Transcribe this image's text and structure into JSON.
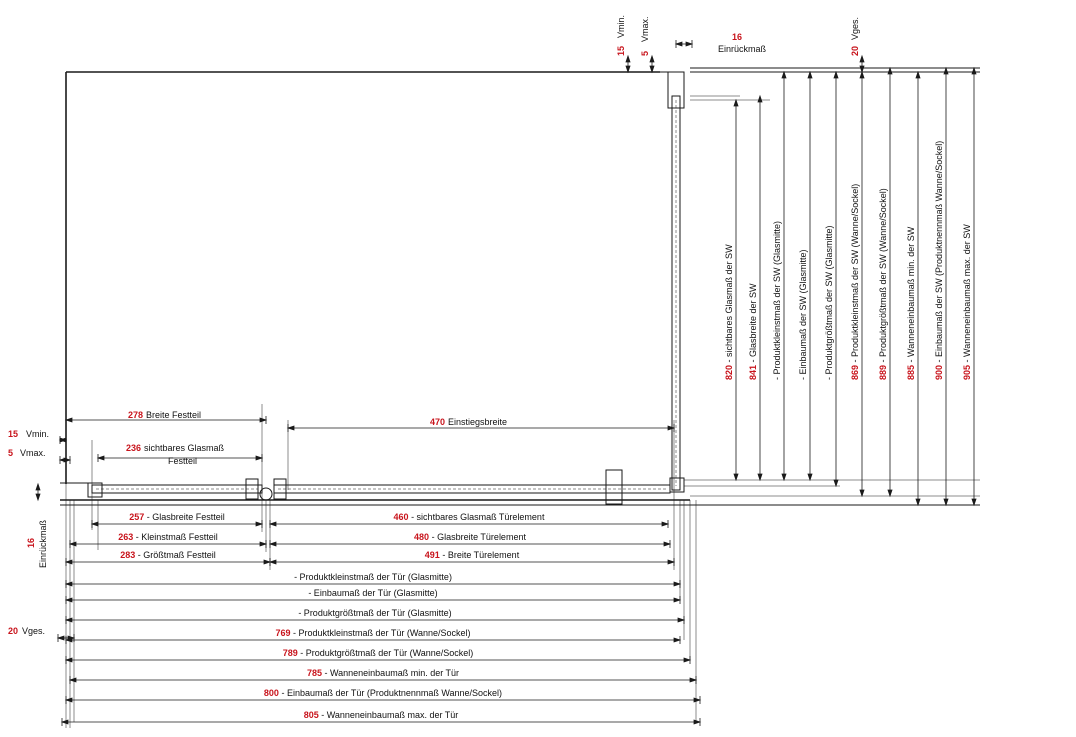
{
  "colors": {
    "line": "#1a1a1a",
    "value_text": "#c8141c",
    "label_text": "#111111",
    "background": "#ffffff"
  },
  "top_left": [
    {
      "value": "15",
      "label": "Vmin."
    },
    {
      "value": "5",
      "label": "Vmax."
    }
  ],
  "top_einrueck": {
    "value": "16",
    "label": "Einrückmaß"
  },
  "top_vges": {
    "value": "20",
    "label": "Vges."
  },
  "side_left": [
    {
      "value": "15",
      "label": "Vmin."
    },
    {
      "value": "5",
      "label": "Vmax."
    }
  ],
  "side_einrueck": {
    "value": "16",
    "label": "Einrückmaß"
  },
  "side_vges": {
    "value": "20",
    "label": "Vges."
  },
  "upper_horizontal": [
    {
      "value": "278",
      "label": "Breite Festteil"
    },
    {
      "value": "236",
      "label": "sichtbares Glasmaß",
      "label2": "Festteil"
    },
    {
      "value": "470",
      "label": "Einstiegsbreite"
    }
  ],
  "lower_horizontal": [
    {
      "value": "257",
      "label": "Glasbreite Festteil"
    },
    {
      "value": "263",
      "label": "Kleinstmaß Festteil"
    },
    {
      "value": "283",
      "label": "Größtmaß Festteil"
    },
    {
      "value": "460",
      "label": "sichtbares Glasmaß Türelement"
    },
    {
      "value": "480",
      "label": "Glasbreite Türelement"
    },
    {
      "value": "491",
      "label": "Breite Türelement"
    },
    {
      "value": "",
      "label": "Produktkleinstmaß der Tür (Glasmitte)"
    },
    {
      "value": "",
      "label": "Einbaumaß der Tür (Glasmitte)"
    },
    {
      "value": "",
      "label": "Produktgrößtmaß der Tür (Glasmitte)"
    },
    {
      "value": "769",
      "label": "Produktkleinstmaß der Tür (Wanne/Sockel)"
    },
    {
      "value": "789",
      "label": "Produktgrößtmaß der Tür (Wanne/Sockel)"
    },
    {
      "value": "785",
      "label": "Wanneneinbaumaß min. der Tür"
    },
    {
      "value": "800",
      "label": "Einbaumaß der Tür (Produktnennmaß Wanne/Sockel)"
    },
    {
      "value": "805",
      "label": "Wanneneinbaumaß max. der Tür"
    }
  ],
  "vertical": [
    {
      "value": "820",
      "label": "sichtbares Glasmaß der SW"
    },
    {
      "value": "841",
      "label": "Glasbreite der SW"
    },
    {
      "value": "",
      "label": "Produktkleinstmaß der SW (Glasmitte)"
    },
    {
      "value": "",
      "label": "Einbaumaß der SW (Glasmitte)"
    },
    {
      "value": "",
      "label": "Produktgrößtmaß der SW (Glasmitte)"
    },
    {
      "value": "869",
      "label": "Produktkleinstmaß der SW (Wanne/Sockel)"
    },
    {
      "value": "889",
      "label": "Produktgrößtmaß der SW (Wanne/Sockel)"
    },
    {
      "value": "885",
      "label": "Wanneneinbaumaß min. der SW"
    },
    {
      "value": "900",
      "label": "Einbaumaß der SW (Produktnennmaß Wanne/Sockel)"
    },
    {
      "value": "905",
      "label": "Wanneneinbaumaß max. der SW"
    }
  ]
}
